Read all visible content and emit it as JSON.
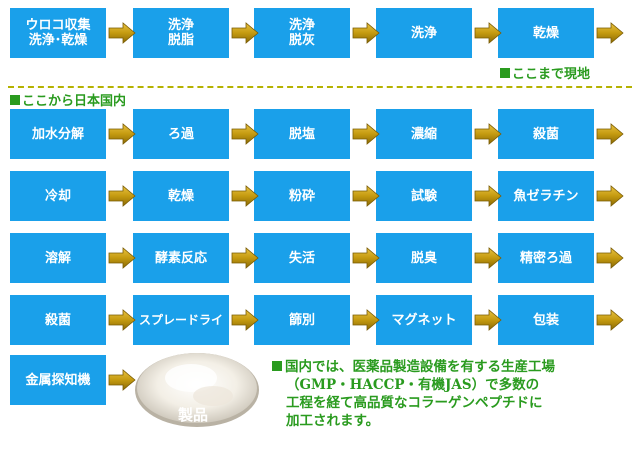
{
  "overseas": {
    "steps": [
      "ウロコ収集\n洗浄･乾燥",
      "洗浄\n脱脂",
      "洗浄\n脱灰",
      "洗浄",
      "乾燥"
    ],
    "label": "ここまで現地"
  },
  "domestic": {
    "label": "ここから日本国内",
    "row1": [
      "加水分解",
      "ろ過",
      "脱塩",
      "濃縮",
      "殺菌"
    ],
    "row2": [
      "冷却",
      "乾燥",
      "粉砕",
      "試験",
      "魚ゼラチン"
    ],
    "row3": [
      "溶解",
      "酵素反応",
      "失活",
      "脱臭",
      "精密ろ過"
    ],
    "row4": [
      "殺菌",
      "スプレードライ",
      "篩別",
      "マグネット",
      "包装"
    ],
    "row5": [
      "金属探知機"
    ]
  },
  "product": {
    "label": "製品"
  },
  "note": {
    "lines": [
      "国内では、医薬品製造設備を有する生産工場",
      "（GMP・HACCP・有機JAS）で多数の",
      "工程を経て高品質なコラーゲンペプチドに",
      "加工されます。"
    ]
  },
  "colors": {
    "box": "#1aa0ea",
    "arrow": "#c8a010",
    "label": "#2a9b1f",
    "dash": "#b5b200"
  }
}
